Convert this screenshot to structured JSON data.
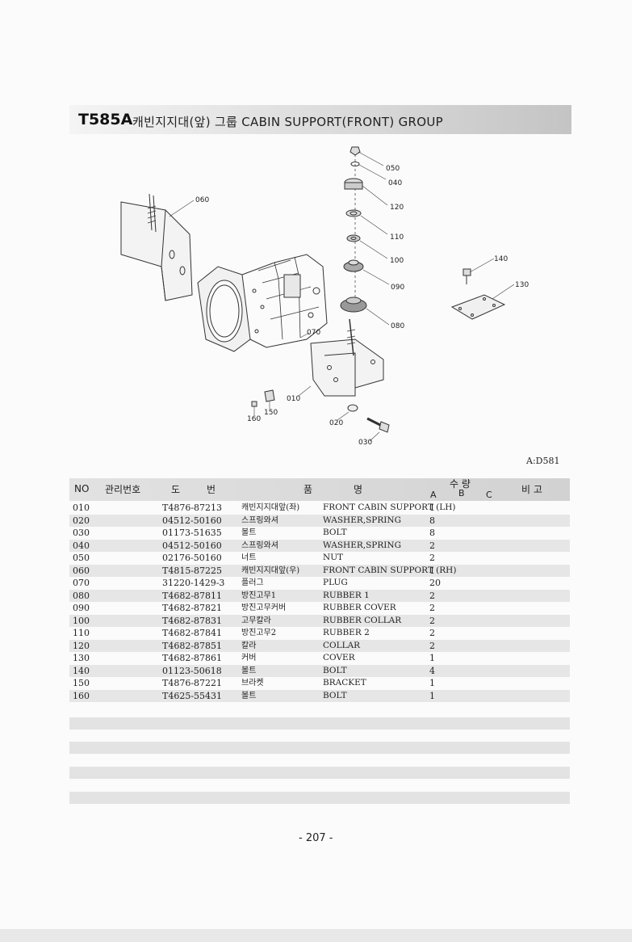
{
  "header": {
    "code": "T585A",
    "title": "캐빈지지대(앞) 그룹  CABIN SUPPORT(FRONT) GROUP"
  },
  "diagram": {
    "callouts": [
      "050",
      "040",
      "120",
      "110",
      "100",
      "090",
      "080",
      "060",
      "070",
      "010",
      "150",
      "160",
      "020",
      "030",
      "140",
      "130"
    ],
    "ref_code": "A:D581"
  },
  "table": {
    "headers": {
      "no": "NO",
      "mgmt": "관리번호",
      "draw1": "도",
      "draw2": "번",
      "name1": "품",
      "name2": "명",
      "qty": "수  량",
      "qty_a": "A",
      "qty_b": "B",
      "qty_c": "C",
      "remark": "비  고"
    },
    "rows": [
      {
        "no": "010",
        "part": "T4876-87213",
        "kr": "캐빈지지대앞(좌)",
        "en": "FRONT CABIN SUPPORT (LH)",
        "qty": "1"
      },
      {
        "no": "020",
        "part": "04512-50160",
        "kr": "스프링와셔",
        "en": "WASHER,SPRING",
        "qty": "8"
      },
      {
        "no": "030",
        "part": "01173-51635",
        "kr": "볼트",
        "en": "BOLT",
        "qty": "8"
      },
      {
        "no": "040",
        "part": "04512-50160",
        "kr": "스프링와셔",
        "en": "WASHER,SPRING",
        "qty": "2"
      },
      {
        "no": "050",
        "part": "02176-50160",
        "kr": "너트",
        "en": "NUT",
        "qty": "2"
      },
      {
        "no": "060",
        "part": "T4815-87225",
        "kr": "캐빈지지대앞(우)",
        "en": "FRONT CABIN SUPPORT (RH)",
        "qty": "1"
      },
      {
        "no": "070",
        "part": "31220-1429-3",
        "kr": "플러그",
        "en": "PLUG",
        "qty": "20"
      },
      {
        "no": "080",
        "part": "T4682-87811",
        "kr": "방진고무1",
        "en": "RUBBER 1",
        "qty": "2"
      },
      {
        "no": "090",
        "part": "T4682-87821",
        "kr": "방진고무커버",
        "en": "RUBBER COVER",
        "qty": "2"
      },
      {
        "no": "100",
        "part": "T4682-87831",
        "kr": "고무칼라",
        "en": "RUBBER COLLAR",
        "qty": "2"
      },
      {
        "no": "110",
        "part": "T4682-87841",
        "kr": "방진고무2",
        "en": "RUBBER 2",
        "qty": "2"
      },
      {
        "no": "120",
        "part": "T4682-87851",
        "kr": "칼라",
        "en": "COLLAR",
        "qty": "2"
      },
      {
        "no": "130",
        "part": "T4682-87861",
        "kr": "커버",
        "en": "COVER",
        "qty": "1"
      },
      {
        "no": "140",
        "part": "01123-50618",
        "kr": "볼트",
        "en": "BOLT",
        "qty": "4"
      },
      {
        "no": "150",
        "part": "T4876-87221",
        "kr": "브라켓",
        "en": "BRACKET",
        "qty": "1"
      },
      {
        "no": "160",
        "part": "T4625-55431",
        "kr": "볼트",
        "en": "BOLT",
        "qty": "1"
      }
    ]
  },
  "footer": {
    "page": "- 207 -"
  }
}
